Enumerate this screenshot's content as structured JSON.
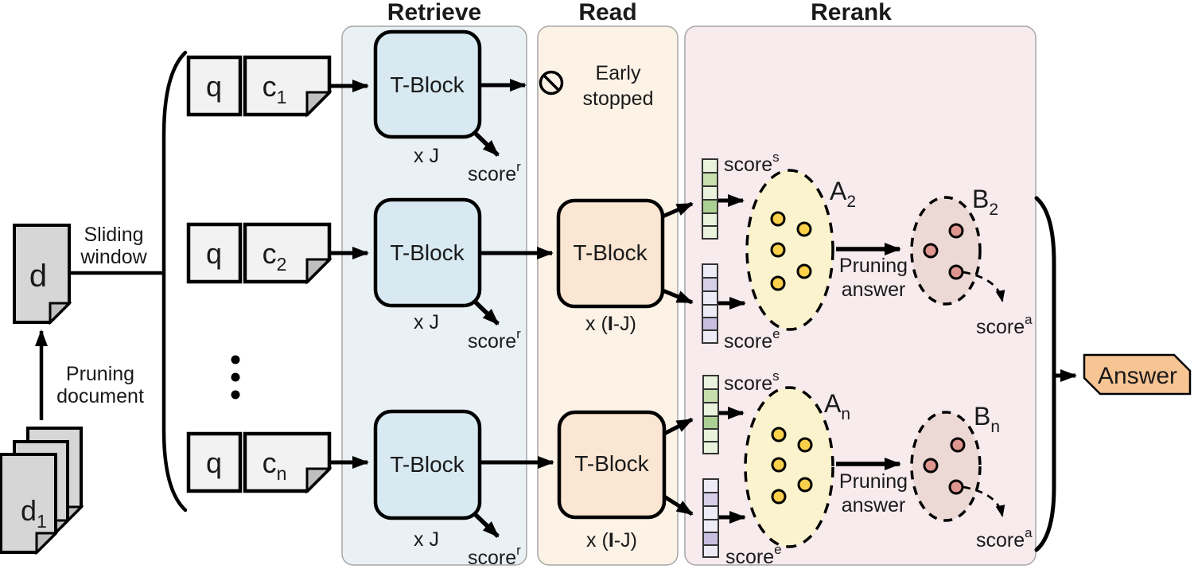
{
  "headers": {
    "retrieve": "Retrieve",
    "read": "Read",
    "rerank": "Rerank"
  },
  "left": {
    "stack_label": {
      "base": "d",
      "sub": "1"
    },
    "pruning_doc": {
      "line1": "Pruning",
      "line2": "document"
    },
    "doc_label": "d",
    "sliding_window": {
      "line1": "Sliding",
      "line2": "window"
    }
  },
  "inputs": {
    "q": "q",
    "c": [
      {
        "base": "c",
        "sub": "1"
      },
      {
        "base": "c",
        "sub": "2"
      },
      {
        "base": "c",
        "sub": "n"
      }
    ]
  },
  "retrieve": {
    "tblock": "T-Block",
    "repeat": "x J",
    "score_r": {
      "base": "score",
      "sup": "r"
    }
  },
  "read": {
    "tblock": "T-Block",
    "early_stopped": {
      "line1": "Early",
      "line2": "stopped"
    },
    "repeat": {
      "pre": "x (",
      "emph": "I",
      "post": "-J)"
    }
  },
  "rerank": {
    "score_s": {
      "base": "score",
      "sup": "s"
    },
    "score_e": {
      "base": "score",
      "sup": "e"
    },
    "score_a": {
      "base": "score",
      "sup": "a"
    },
    "set_a2": {
      "base": "A",
      "sub": "2"
    },
    "set_an": {
      "base": "A",
      "sub": "n"
    },
    "set_b2": {
      "base": "B",
      "sub": "2"
    },
    "set_bn": {
      "base": "B",
      "sub": "n"
    },
    "pruning_answer": {
      "line1": "Pruning",
      "line2": "answer"
    }
  },
  "output": {
    "answer": "Answer"
  },
  "colors": {
    "panel_retrieve": "#e9f1f5",
    "panel_read": "#fdf2e6",
    "panel_rerank": "#f8ebee",
    "panel_border": "#a6a6a6",
    "tblock_retrieve": "#d8e9f1",
    "tblock_read": "#fae6d2",
    "input_box": "#f2f2f2",
    "doc_gray": "#d6d6d6",
    "fold_gray": "#bfbfbf",
    "ellipse_candidates": "#fbf3cd",
    "dot_candidate": "#fbd04b",
    "ellipse_pruned": "#ecd9d6",
    "dot_pruned": "#de968f",
    "bar_green": [
      "#e8f2dc",
      "#c6dfad",
      "#e8f2dc",
      "#abd093",
      "#e8f2dc",
      "#e8f2dc"
    ],
    "bar_purple": [
      "#edebf6",
      "#d6cfe9",
      "#edebf6",
      "#edebf6",
      "#c8bfe0",
      "#edebf6"
    ],
    "answer": "#f7c494"
  }
}
